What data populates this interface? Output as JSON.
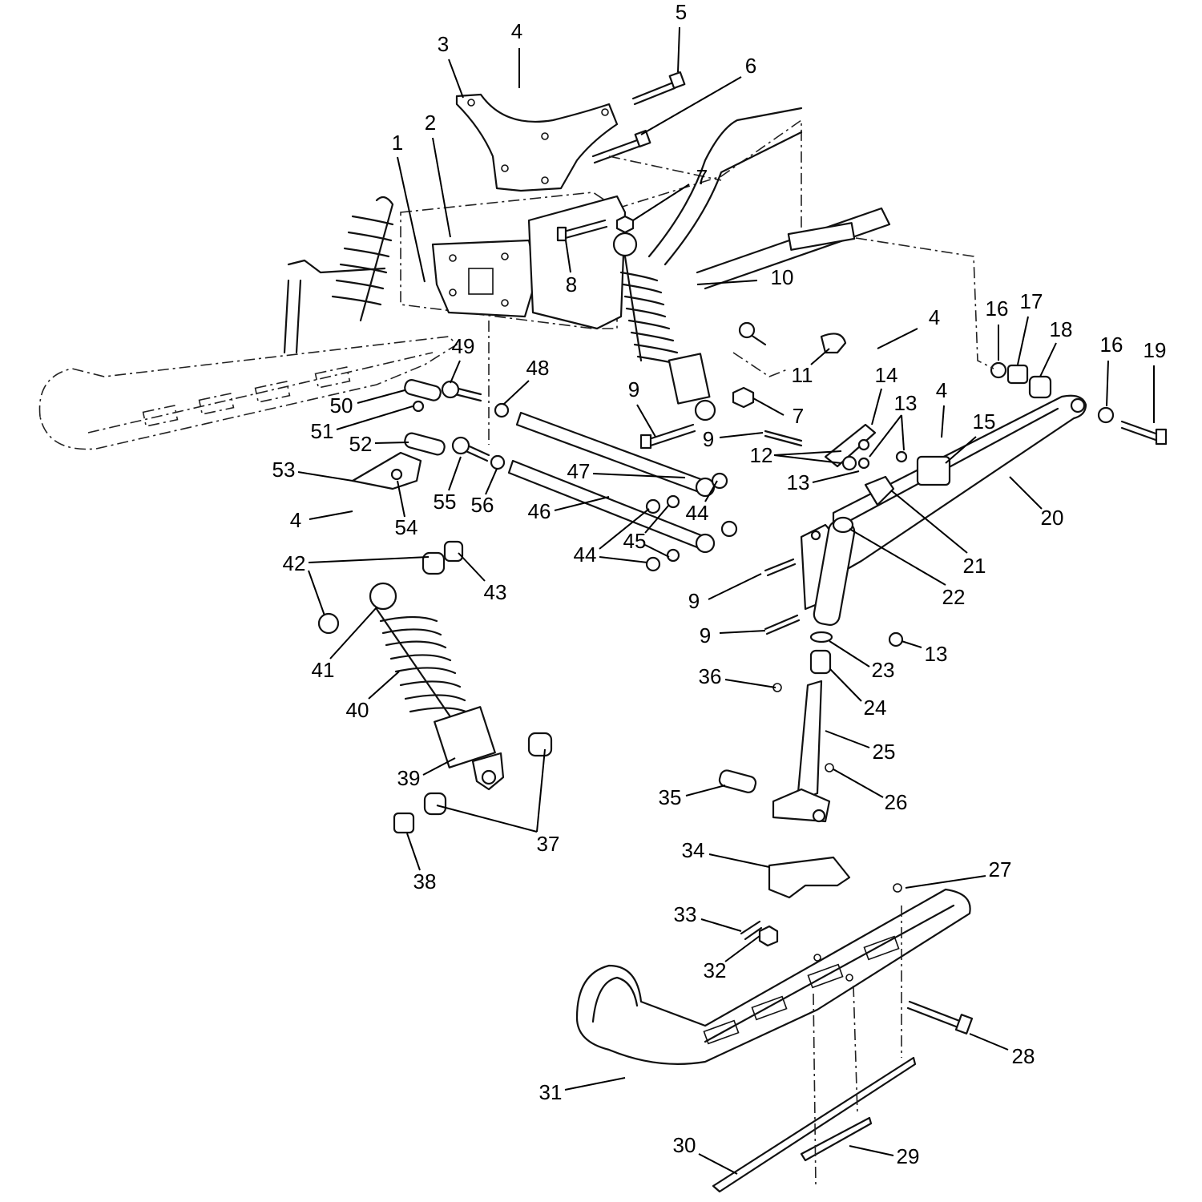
{
  "callouts": [
    {
      "id": "1",
      "text": "1"
    },
    {
      "id": "2",
      "text": "2"
    },
    {
      "id": "3",
      "text": "3"
    },
    {
      "id": "4a",
      "text": "4"
    },
    {
      "id": "5",
      "text": "5"
    },
    {
      "id": "6",
      "text": "6"
    },
    {
      "id": "7a",
      "text": "7"
    },
    {
      "id": "8",
      "text": "8"
    },
    {
      "id": "10",
      "text": "10"
    },
    {
      "id": "4b",
      "text": "4"
    },
    {
      "id": "11",
      "text": "11"
    },
    {
      "id": "14",
      "text": "14"
    },
    {
      "id": "16a",
      "text": "16"
    },
    {
      "id": "17",
      "text": "17"
    },
    {
      "id": "18",
      "text": "18"
    },
    {
      "id": "16b",
      "text": "16"
    },
    {
      "id": "19",
      "text": "19"
    },
    {
      "id": "49",
      "text": "49"
    },
    {
      "id": "48",
      "text": "48"
    },
    {
      "id": "50",
      "text": "50"
    },
    {
      "id": "51",
      "text": "51"
    },
    {
      "id": "9a",
      "text": "9"
    },
    {
      "id": "7b",
      "text": "7"
    },
    {
      "id": "9b",
      "text": "9"
    },
    {
      "id": "13a",
      "text": "13"
    },
    {
      "id": "4c",
      "text": "4"
    },
    {
      "id": "15",
      "text": "15"
    },
    {
      "id": "12",
      "text": "12"
    },
    {
      "id": "52",
      "text": "52"
    },
    {
      "id": "53",
      "text": "53"
    },
    {
      "id": "13b",
      "text": "13"
    },
    {
      "id": "20",
      "text": "20"
    },
    {
      "id": "47",
      "text": "47"
    },
    {
      "id": "4d",
      "text": "4"
    },
    {
      "id": "54",
      "text": "54"
    },
    {
      "id": "55",
      "text": "55"
    },
    {
      "id": "56",
      "text": "56"
    },
    {
      "id": "46",
      "text": "46"
    },
    {
      "id": "44a",
      "text": "44"
    },
    {
      "id": "45",
      "text": "45"
    },
    {
      "id": "44b",
      "text": "44"
    },
    {
      "id": "21",
      "text": "21"
    },
    {
      "id": "42",
      "text": "42"
    },
    {
      "id": "43",
      "text": "43"
    },
    {
      "id": "9c",
      "text": "9"
    },
    {
      "id": "22",
      "text": "22"
    },
    {
      "id": "9d",
      "text": "9"
    },
    {
      "id": "13c",
      "text": "13"
    },
    {
      "id": "41",
      "text": "41"
    },
    {
      "id": "23",
      "text": "23"
    },
    {
      "id": "36",
      "text": "36"
    },
    {
      "id": "40",
      "text": "40"
    },
    {
      "id": "24",
      "text": "24"
    },
    {
      "id": "25",
      "text": "25"
    },
    {
      "id": "39",
      "text": "39"
    },
    {
      "id": "35",
      "text": "35"
    },
    {
      "id": "26",
      "text": "26"
    },
    {
      "id": "37",
      "text": "37"
    },
    {
      "id": "38",
      "text": "38"
    },
    {
      "id": "34",
      "text": "34"
    },
    {
      "id": "27",
      "text": "27"
    },
    {
      "id": "33",
      "text": "33"
    },
    {
      "id": "32",
      "text": "32"
    },
    {
      "id": "28",
      "text": "28"
    },
    {
      "id": "31",
      "text": "31"
    },
    {
      "id": "30",
      "text": "30"
    },
    {
      "id": "29",
      "text": "29"
    }
  ]
}
